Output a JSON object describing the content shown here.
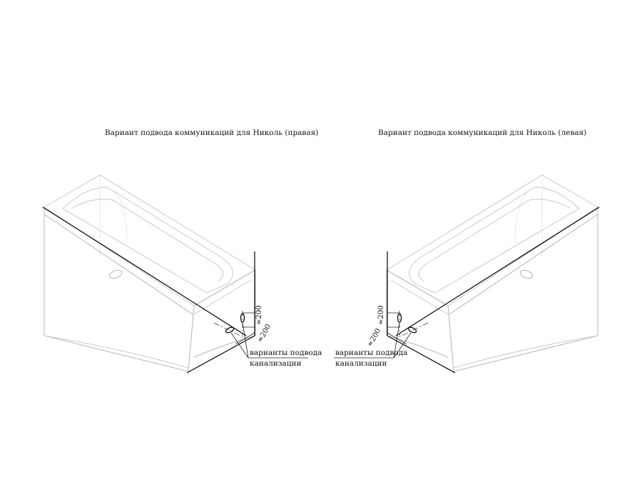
{
  "titles": {
    "right": "Вариант подвода коммуникаций для Николь (правая)",
    "left": "Вариант подвода коммуникаций для Николь (левая)"
  },
  "right_view": {
    "dim_vertical": "≈200",
    "dim_horizontal": "≈200",
    "note_line1": "варианты подвода",
    "note_line2": "канализации"
  },
  "left_view": {
    "dim_vertical": "≈200",
    "dim_horizontal": "≈200",
    "note_line1": "варианты подвода",
    "note_line2": "канализации"
  }
}
